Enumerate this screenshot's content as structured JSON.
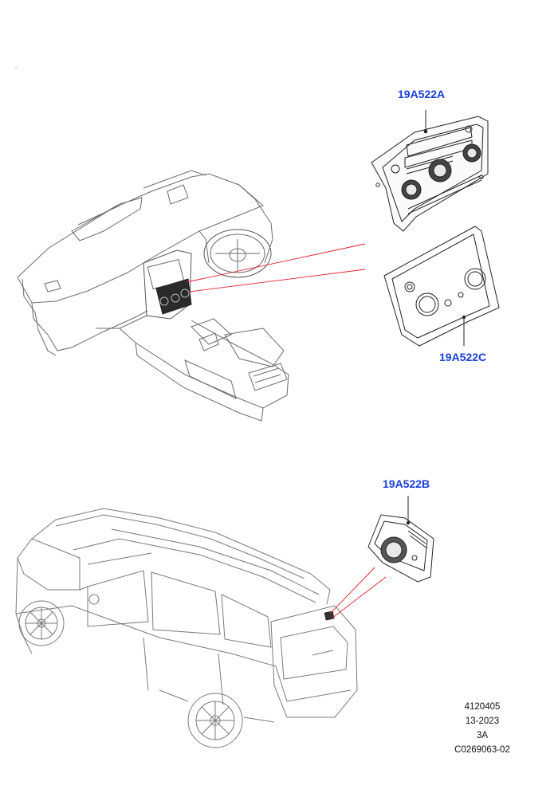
{
  "callouts": {
    "part_a": "19A522A",
    "part_c": "19A522C",
    "part_b": "19A522B"
  },
  "reference": {
    "line1": "4120405",
    "line2": "13-2023",
    "line3": "3A",
    "line4": "C0269063-02"
  },
  "colors": {
    "callout_text": "#1a3fd6",
    "leader_red": "#e0202a",
    "line_art": "#333333"
  }
}
